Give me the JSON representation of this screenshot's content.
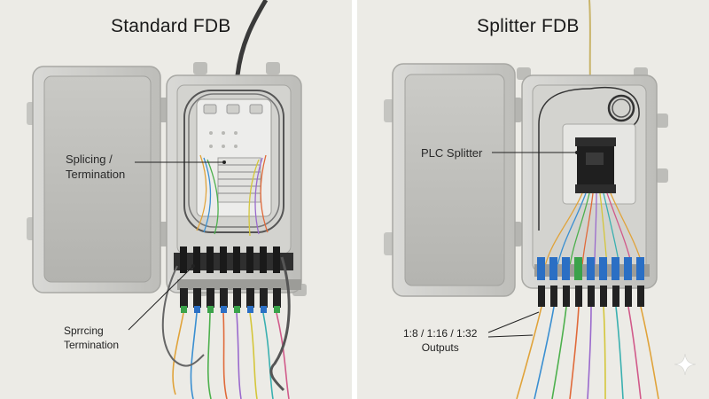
{
  "left_panel": {
    "title": "Standard FDB",
    "label_inside": [
      "Splicing /",
      "Termination"
    ],
    "label_outside": [
      "Sprrcing",
      "Termination"
    ]
  },
  "right_panel": {
    "title": "Splitter FDB",
    "label_splitter": "PLC Splitter",
    "label_outputs": [
      "1:8 / 1:16 / 1:32",
      "Outputs"
    ]
  },
  "watermark": "sparkle-icon",
  "colors": {
    "background": "#ecebe6",
    "box": "#cfcfcc",
    "connector_blue": "#2b6fc4",
    "connector_green": "#3aa24a",
    "splitter": "#1f1f1f"
  }
}
